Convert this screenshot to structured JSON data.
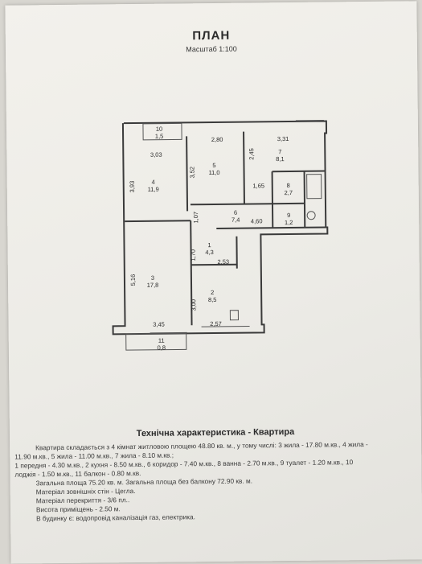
{
  "header": {
    "title": "ПЛАН",
    "scale": "Масштаб 1:100"
  },
  "plan": {
    "rooms": [
      {
        "id": "10",
        "area": "1,5"
      },
      {
        "id": "5",
        "area": "11,0"
      },
      {
        "id": "7",
        "area": "8,1"
      },
      {
        "id": "4",
        "area": "11,9"
      },
      {
        "id": "8",
        "area": "2,7"
      },
      {
        "id": "6",
        "area": "7,4"
      },
      {
        "id": "9",
        "area": "1,2"
      },
      {
        "id": "1",
        "area": "4,3"
      },
      {
        "id": "3",
        "area": "17,8"
      },
      {
        "id": "2",
        "area": "8,5"
      },
      {
        "id": "11",
        "area": "0,8"
      }
    ],
    "dimensions": [
      "2,80",
      "3,31",
      "3,03",
      "3,52",
      "2,45",
      "3,93",
      "1,65",
      "1,07",
      "4,60",
      "1,70",
      "2,53",
      "5,16",
      "3,00",
      "3,45",
      "2,57"
    ]
  },
  "tech": {
    "title": "Технічна характеристика - Квартира",
    "lines": [
      "Квартира складається з 4 кімнат житловою площею 48.80 кв. м., у тому числі: 3 жила - 17.80 м.кв., 4 жила -",
      "11.90 м.кв., 5 жила - 11.00 м.кв., 7 жила - 8.10 м.кв.;",
      "1 передня - 4.30 м.кв., 2 кухня - 8.50 м.кв., 6 коридор - 7.40 м.кв., 8 ванна - 2.70 м.кв., 9 туалет - 1.20 м.кв., 10",
      "лоджія - 1.50 м.кв., 11 балкон - 0.80 м.кв.",
      "Загальна площа 75.20 кв. м. Загальна площа без балкону 72.90 кв. м.",
      "Матеріал зовнішніх стін - Цегла.",
      "Матеріал перекриття - 3/6 пл..",
      "Висота приміщень - 2.50 м.",
      "В будинку є: водопровід каналізація газ, електрика."
    ]
  }
}
